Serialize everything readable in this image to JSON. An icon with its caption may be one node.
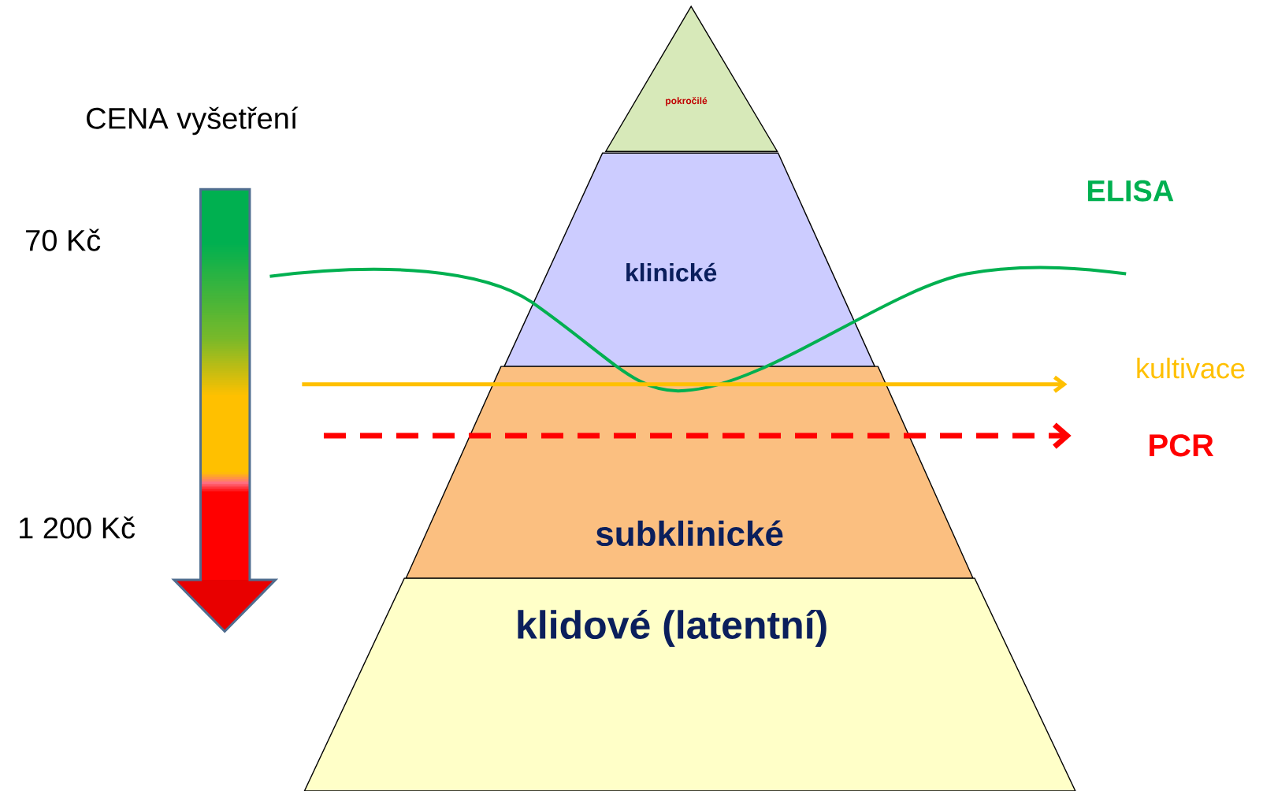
{
  "diagram": {
    "nodes": [
      {
        "text": [
          "pokročilé"
        ]
      },
      {
        "text": [
          "klinické"
        ]
      },
      {
        "text": [
          "subklinické"
        ]
      },
      {
        "text": [
          "klidové (latentní)"
        ]
      }
    ],
    "labels": [
      "CENA vyšetření",
      "70 Kč",
      "1 200 Kč",
      "ELISA",
      "kultivace",
      "PCR"
    ]
  }
}
